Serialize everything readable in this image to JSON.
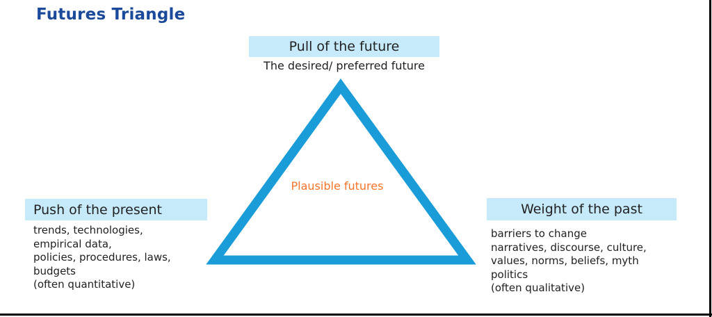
{
  "title": "Futures Triangle",
  "pull": {
    "label": "Pull of the future",
    "subtitle": "The desired/ preferred future"
  },
  "plausible": {
    "label": "Plausible futures"
  },
  "push": {
    "label": "Push of the present",
    "lines": [
      "trends, technologies,",
      "empirical data,",
      "policies, procedures, laws,",
      "budgets",
      "(often quantitative)"
    ]
  },
  "weight": {
    "label": "Weight of the past",
    "lines": [
      "barriers to change",
      "narratives, discourse, culture,",
      "values, norms, beliefs, myth",
      "politics",
      "(often qualitative)"
    ]
  },
  "colors": {
    "title_blue": "#1b4a9b",
    "label_bg": "#c7eafb",
    "triangle_blue": "#1a9cd8",
    "orange": "#f7742a",
    "text": "#1f1f1f",
    "frame": "#000000"
  }
}
